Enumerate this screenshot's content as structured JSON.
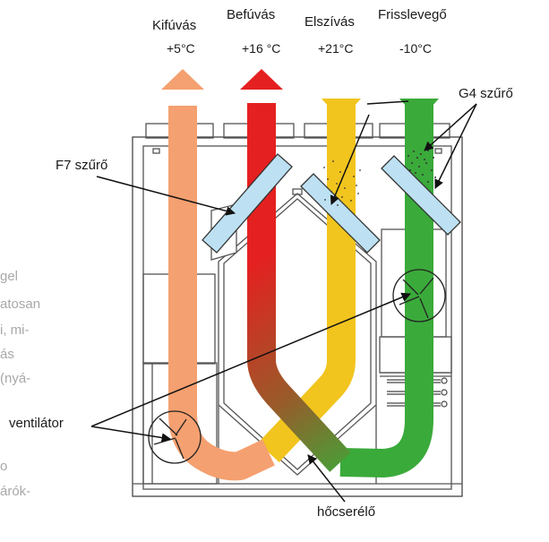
{
  "streams": [
    {
      "id": "kifuvas",
      "name": "Kifúvás",
      "temp": "+5°C",
      "color": "#f5a070"
    },
    {
      "id": "befuvas",
      "name": "Befúvás",
      "temp": "+16 °C",
      "color": "#e52020"
    },
    {
      "id": "elszivas",
      "name": "Elszívás",
      "temp": "+21°C",
      "color": "#f2c41e"
    },
    {
      "id": "frisslevego",
      "name": "Frisslevegő",
      "temp": "-10°C",
      "color": "#3aaa3a"
    }
  ],
  "callouts": {
    "f7": "F7 szűrő",
    "g4": "G4 szűrő",
    "ventilator": "ventilátor",
    "hocserelo": "hőcserélő"
  },
  "side_text": [
    "gel",
    "atosan",
    "i, mi-",
    "ás",
    "(nyá-",
    "o",
    "árók-"
  ]
}
